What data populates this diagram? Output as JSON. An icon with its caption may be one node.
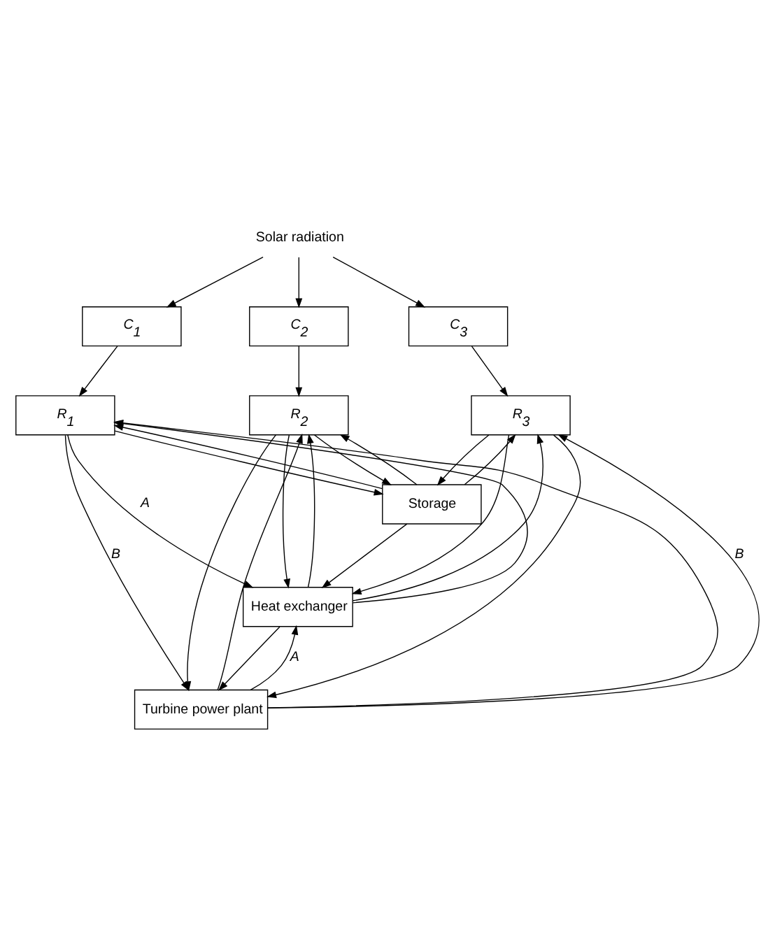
{
  "diagram": {
    "nodes": [
      {
        "text": [
          "Solar radiation"
        ]
      },
      {
        "text": [
          "C$_{1}$"
        ]
      },
      {
        "text": [
          "C$_{2}$"
        ]
      },
      {
        "text": [
          "C$_{3}$"
        ]
      },
      {
        "text": [
          "R$_{1}$"
        ]
      },
      {
        "text": [
          "R$_{2}$"
        ]
      },
      {
        "text": [
          "R$_{3}$"
        ]
      },
      {
        "text": [
          "Storage"
        ]
      },
      {
        "text": [
          "Heat exchanger"
        ]
      },
      {
        "text": [
          "Turbine power plant"
        ]
      }
    ],
    "edges": [
      {
        "from": 0,
        "to": 1,
        "arrow": "to"
      },
      {
        "from": 0,
        "to": 2,
        "arrow": "to"
      },
      {
        "from": 0,
        "to": 3,
        "arrow": "to"
      },
      {
        "from": 1,
        "to": 4,
        "arrow": "to"
      },
      {
        "from": 2,
        "to": 5,
        "arrow": "to"
      },
      {
        "from": 3,
        "to": 6,
        "arrow": "to"
      },
      {
        "from": 4,
        "to": 7,
        "arrow": "to"
      },
      {
        "from": 5,
        "to": 7,
        "arrow": "to"
      },
      {
        "from": 6,
        "to": 7,
        "arrow": "to"
      },
      {
        "from": 4,
        "to": 8,
        "arrow": "to",
        "label": "A"
      },
      {
        "from": 5,
        "to": 8,
        "arrow": "to"
      },
      {
        "from": 6,
        "to": 8,
        "arrow": "to"
      },
      {
        "from": 4,
        "to": 9,
        "arrow": "to",
        "label": "B"
      },
      {
        "from": 5,
        "to": 9,
        "arrow": "to"
      },
      {
        "from": 6,
        "to": 9,
        "arrow": "to"
      },
      {
        "from": 7,
        "to": 8,
        "arrow": "to"
      },
      {
        "from": 8,
        "to": 9,
        "arrow": "to"
      },
      {
        "from": 7,
        "to": 4,
        "arrow": "to"
      },
      {
        "from": 7,
        "to": 5,
        "arrow": "to"
      },
      {
        "from": 7,
        "to": 6,
        "arrow": "to"
      },
      {
        "from": 8,
        "to": 4,
        "arrow": "to"
      },
      {
        "from": 8,
        "to": 5,
        "arrow": "to"
      },
      {
        "from": 8,
        "to": 6,
        "arrow": "to"
      },
      {
        "from": 9,
        "to": 8,
        "arrow": "to",
        "label": "A"
      },
      {
        "from": 9,
        "to": 4,
        "arrow": "to"
      },
      {
        "from": 9,
        "to": 5,
        "arrow": "to"
      },
      {
        "from": 9,
        "to": 6,
        "arrow": "to",
        "label": "B"
      }
    ]
  }
}
